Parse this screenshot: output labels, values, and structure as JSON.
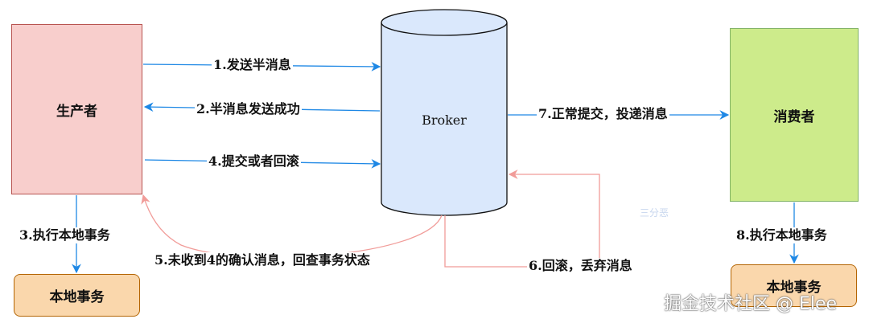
{
  "nodes": {
    "producer": "生产者",
    "broker": "Broker",
    "consumer": "消费者",
    "producer_local": "本地事务",
    "consumer_local": "本地事务"
  },
  "edges": {
    "e1": "1.发送半消息",
    "e2": "2.半消息发送成功",
    "e3": "3.执行本地事务",
    "e4": "4.提交或者回滚",
    "e5": "5.未收到4的确认消息，回查事务状态",
    "e6": "6.回滚，丢弃消息",
    "e7": "7.正常提交，投递消息",
    "e8": "8.执行本地事务"
  },
  "watermark": {
    "logo_text": "三分恶",
    "footer": "掘金技术社区 @ Elee"
  },
  "colors": {
    "arrow_blue": "#1e88e5",
    "arrow_pink": "#f19c99",
    "producer_fill": "#f8cecc",
    "broker_fill": "#dae8fc",
    "consumer_fill": "#cdeb8b",
    "local_fill": "#fad7ac"
  }
}
